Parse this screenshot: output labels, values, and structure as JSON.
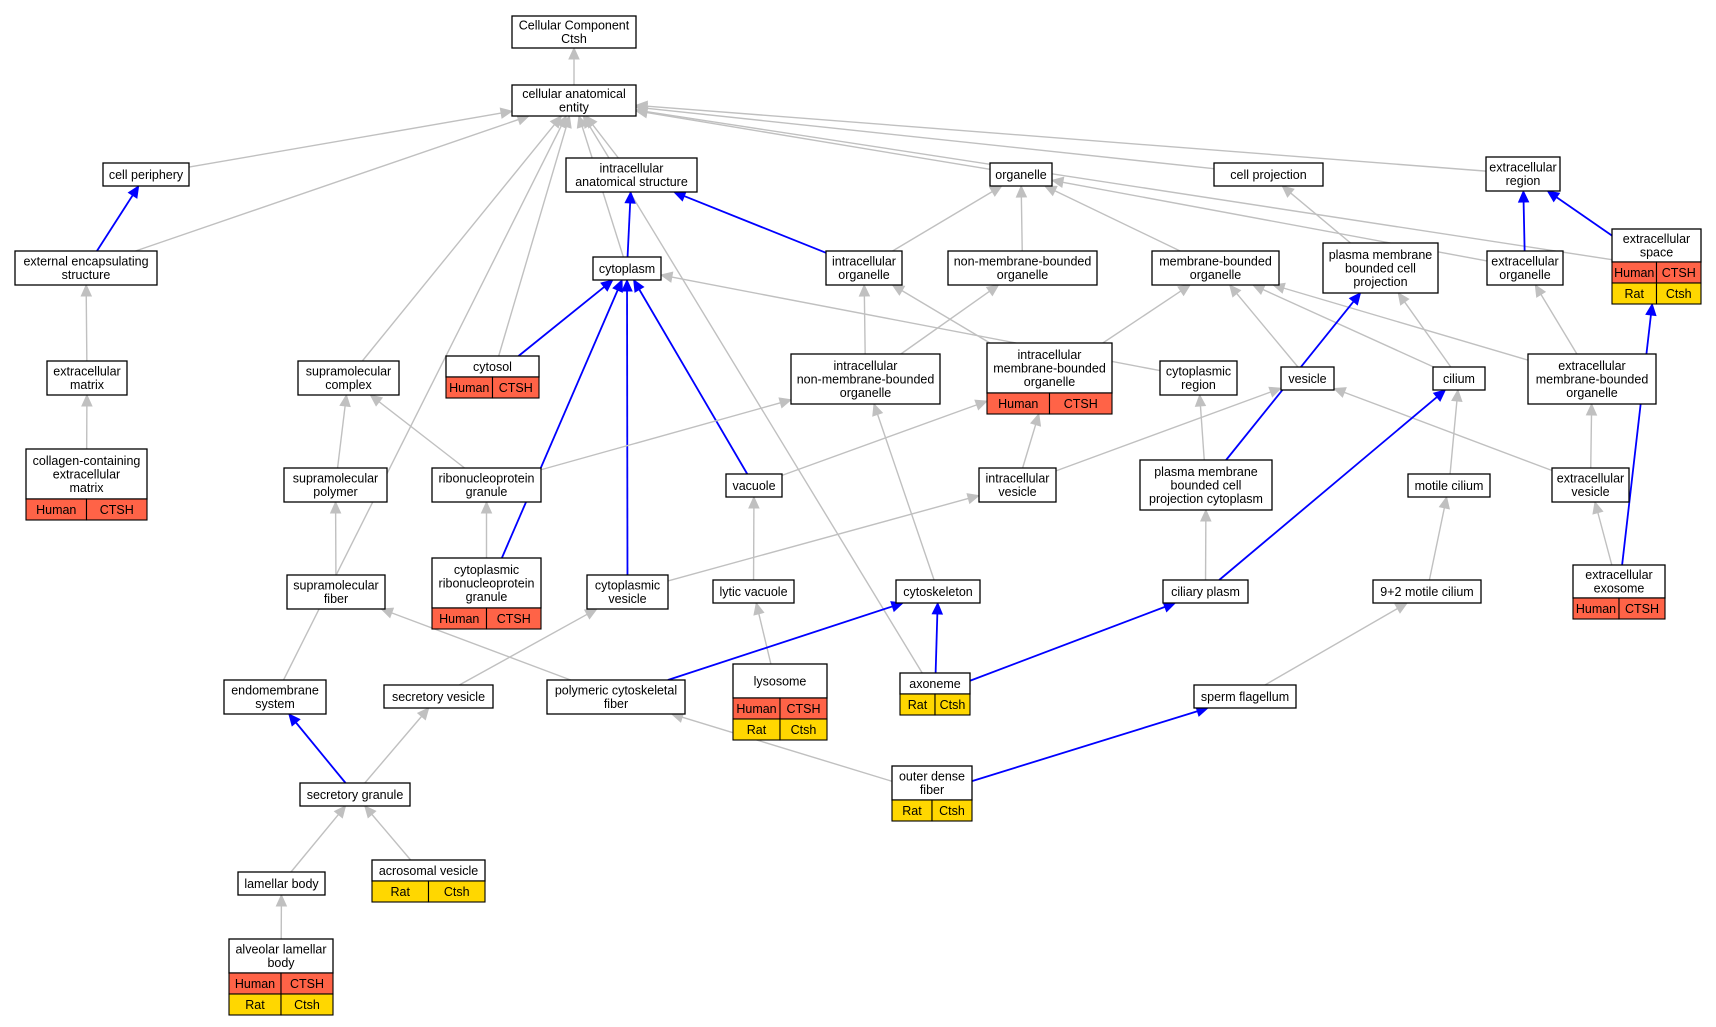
{
  "colors": {
    "human": "#ff6347",
    "rat": "#ffd700",
    "is_a_edge": "#c0c0c0",
    "part_of_edge": "#0000ff",
    "node_border": "#000000"
  },
  "nodes": {
    "root": {
      "lines": [
        "Cellular Component",
        "Ctsh"
      ]
    },
    "cae": {
      "lines": [
        "cellular anatomical",
        "entity"
      ]
    },
    "cp": {
      "lines": [
        "cell periphery"
      ]
    },
    "ias": {
      "lines": [
        "intracellular",
        "anatomical structure"
      ]
    },
    "org": {
      "lines": [
        "organelle"
      ]
    },
    "cproj": {
      "lines": [
        "cell projection"
      ]
    },
    "exreg": {
      "lines": [
        "extracellular",
        "region"
      ]
    },
    "exspace": {
      "lines": [
        "extracellular",
        "space"
      ],
      "ann": [
        [
          "Human",
          "CTSH"
        ],
        [
          "Rat",
          "Ctsh"
        ]
      ]
    },
    "ees": {
      "lines": [
        "external encapsulating",
        "structure"
      ]
    },
    "cytoplasm": {
      "lines": [
        "cytoplasm"
      ]
    },
    "iorg": {
      "lines": [
        "intracellular",
        "organelle"
      ]
    },
    "nmbo": {
      "lines": [
        "non-membrane-bounded",
        "organelle"
      ]
    },
    "mbo": {
      "lines": [
        "membrane-bounded",
        "organelle"
      ]
    },
    "pmbcp": {
      "lines": [
        "plasma membrane",
        "bounded cell",
        "projection"
      ]
    },
    "exorg": {
      "lines": [
        "extracellular",
        "organelle"
      ]
    },
    "ecm": {
      "lines": [
        "extracellular",
        "matrix"
      ]
    },
    "smc": {
      "lines": [
        "supramolecular",
        "complex"
      ]
    },
    "cytosol": {
      "lines": [
        "cytosol"
      ],
      "ann": [
        [
          "Human",
          "CTSH"
        ]
      ]
    },
    "inmbo": {
      "lines": [
        "intracellular",
        "non-membrane-bounded",
        "organelle"
      ]
    },
    "imbo": {
      "lines": [
        "intracellular",
        "membrane-bounded",
        "organelle"
      ],
      "ann": [
        [
          "Human",
          "CTSH"
        ]
      ]
    },
    "cregion": {
      "lines": [
        "cytoplasmic",
        "region"
      ]
    },
    "vesicle": {
      "lines": [
        "vesicle"
      ]
    },
    "cilium": {
      "lines": [
        "cilium"
      ]
    },
    "exmbo": {
      "lines": [
        "extracellular",
        "membrane-bounded",
        "organelle"
      ]
    },
    "ccecm": {
      "lines": [
        "collagen-containing",
        "extracellular",
        "matrix"
      ],
      "ann": [
        [
          "Human",
          "CTSH"
        ]
      ]
    },
    "smp": {
      "lines": [
        "supramolecular",
        "polymer"
      ]
    },
    "rnpg": {
      "lines": [
        "ribonucleoprotein",
        "granule"
      ]
    },
    "vacuole": {
      "lines": [
        "vacuole"
      ]
    },
    "ivesicle": {
      "lines": [
        "intracellular",
        "vesicle"
      ]
    },
    "pmbcpc": {
      "lines": [
        "plasma membrane",
        "bounded cell",
        "projection cytoplasm"
      ]
    },
    "motcil": {
      "lines": [
        "motile cilium"
      ]
    },
    "exves": {
      "lines": [
        "extracellular",
        "vesicle"
      ]
    },
    "smf": {
      "lines": [
        "supramolecular",
        "fiber"
      ]
    },
    "crnpg": {
      "lines": [
        "cytoplasmic",
        "ribonucleoprotein",
        "granule"
      ],
      "ann": [
        [
          "Human",
          "CTSH"
        ]
      ]
    },
    "cves": {
      "lines": [
        "cytoplasmic",
        "vesicle"
      ]
    },
    "lytvac": {
      "lines": [
        "lytic vacuole"
      ]
    },
    "cytosk": {
      "lines": [
        "cytoskeleton"
      ]
    },
    "cilplasm": {
      "lines": [
        "ciliary plasm"
      ]
    },
    "mc92": {
      "lines": [
        "9+2 motile cilium"
      ]
    },
    "exosome": {
      "lines": [
        "extracellular",
        "exosome"
      ],
      "ann": [
        [
          "Human",
          "CTSH"
        ]
      ]
    },
    "lysosome": {
      "lines": [
        "lysosome"
      ],
      "ann": [
        [
          "Human",
          "CTSH"
        ],
        [
          "Rat",
          "Ctsh"
        ]
      ]
    },
    "axoneme": {
      "lines": [
        "axoneme"
      ],
      "ann": [
        [
          "Rat",
          "Ctsh"
        ]
      ]
    },
    "endomem": {
      "lines": [
        "endomembrane",
        "system"
      ]
    },
    "secves": {
      "lines": [
        "secretory vesicle"
      ]
    },
    "pcf": {
      "lines": [
        "polymeric cytoskeletal",
        "fiber"
      ]
    },
    "spermfl": {
      "lines": [
        "sperm flagellum"
      ]
    },
    "secgran": {
      "lines": [
        "secretory granule"
      ]
    },
    "odf": {
      "lines": [
        "outer dense",
        "fiber"
      ],
      "ann": [
        [
          "Rat",
          "Ctsh"
        ]
      ]
    },
    "lambody": {
      "lines": [
        "lamellar body"
      ]
    },
    "acrves": {
      "lines": [
        "acrosomal vesicle"
      ],
      "ann": [
        [
          "Rat",
          "Ctsh"
        ]
      ]
    },
    "alb": {
      "lines": [
        "alveolar lamellar",
        "body"
      ],
      "ann": [
        [
          "Human",
          "CTSH"
        ],
        [
          "Rat",
          "Ctsh"
        ]
      ]
    }
  },
  "edges": [
    {
      "from": "cae",
      "to": "root",
      "type": "is_a"
    },
    {
      "from": "cp",
      "to": "cae",
      "type": "is_a"
    },
    {
      "from": "ias",
      "to": "cae",
      "type": "is_a"
    },
    {
      "from": "org",
      "to": "cae",
      "type": "is_a"
    },
    {
      "from": "cproj",
      "to": "cae",
      "type": "is_a"
    },
    {
      "from": "exreg",
      "to": "cae",
      "type": "is_a"
    },
    {
      "from": "exspace",
      "to": "cae",
      "type": "is_a"
    },
    {
      "from": "ees",
      "to": "cae",
      "type": "is_a"
    },
    {
      "from": "cytoplasm",
      "to": "cae",
      "type": "is_a"
    },
    {
      "from": "cytosol",
      "to": "cae",
      "type": "is_a"
    },
    {
      "from": "smc",
      "to": "cae",
      "type": "is_a"
    },
    {
      "from": "endomem",
      "to": "cae",
      "type": "is_a"
    },
    {
      "from": "axoneme",
      "to": "cae",
      "type": "is_a"
    },
    {
      "from": "ees",
      "to": "cp",
      "type": "part_of"
    },
    {
      "from": "cytoplasm",
      "to": "ias",
      "type": "part_of"
    },
    {
      "from": "iorg",
      "to": "ias",
      "type": "part_of"
    },
    {
      "from": "iorg",
      "to": "org",
      "type": "is_a"
    },
    {
      "from": "nmbo",
      "to": "org",
      "type": "is_a"
    },
    {
      "from": "mbo",
      "to": "org",
      "type": "is_a"
    },
    {
      "from": "exorg",
      "to": "org",
      "type": "is_a"
    },
    {
      "from": "pmbcp",
      "to": "cproj",
      "type": "is_a"
    },
    {
      "from": "exorg",
      "to": "exreg",
      "type": "part_of"
    },
    {
      "from": "exspace",
      "to": "exreg",
      "type": "part_of"
    },
    {
      "from": "ecm",
      "to": "ees",
      "type": "is_a"
    },
    {
      "from": "ccecm",
      "to": "ecm",
      "type": "is_a"
    },
    {
      "from": "cytosol",
      "to": "cytoplasm",
      "type": "part_of"
    },
    {
      "from": "crnpg",
      "to": "cytoplasm",
      "type": "part_of"
    },
    {
      "from": "cves",
      "to": "cytoplasm",
      "type": "part_of"
    },
    {
      "from": "vacuole",
      "to": "cytoplasm",
      "type": "part_of"
    },
    {
      "from": "cregion",
      "to": "cytoplasm",
      "type": "is_a"
    },
    {
      "from": "inmbo",
      "to": "iorg",
      "type": "is_a"
    },
    {
      "from": "imbo",
      "to": "iorg",
      "type": "is_a"
    },
    {
      "from": "inmbo",
      "to": "nmbo",
      "type": "is_a"
    },
    {
      "from": "imbo",
      "to": "mbo",
      "type": "is_a"
    },
    {
      "from": "vesicle",
      "to": "mbo",
      "type": "is_a"
    },
    {
      "from": "cilium",
      "to": "mbo",
      "type": "is_a"
    },
    {
      "from": "exmbo",
      "to": "mbo",
      "type": "is_a"
    },
    {
      "from": "cilium",
      "to": "pmbcp",
      "type": "is_a"
    },
    {
      "from": "pmbcpc",
      "to": "pmbcp",
      "type": "part_of"
    },
    {
      "from": "exmbo",
      "to": "exorg",
      "type": "is_a"
    },
    {
      "from": "exosome",
      "to": "exspace",
      "type": "part_of"
    },
    {
      "from": "smp",
      "to": "smc",
      "type": "is_a"
    },
    {
      "from": "rnpg",
      "to": "smc",
      "type": "is_a"
    },
    {
      "from": "rnpg",
      "to": "inmbo",
      "type": "is_a"
    },
    {
      "from": "cytosk",
      "to": "inmbo",
      "type": "is_a"
    },
    {
      "from": "vacuole",
      "to": "imbo",
      "type": "is_a"
    },
    {
      "from": "ivesicle",
      "to": "imbo",
      "type": "is_a"
    },
    {
      "from": "pmbcpc",
      "to": "cregion",
      "type": "is_a"
    },
    {
      "from": "ivesicle",
      "to": "vesicle",
      "type": "is_a"
    },
    {
      "from": "exves",
      "to": "vesicle",
      "type": "is_a"
    },
    {
      "from": "motcil",
      "to": "cilium",
      "type": "is_a"
    },
    {
      "from": "cilplasm",
      "to": "cilium",
      "type": "part_of"
    },
    {
      "from": "exves",
      "to": "exmbo",
      "type": "is_a"
    },
    {
      "from": "smf",
      "to": "smp",
      "type": "is_a"
    },
    {
      "from": "crnpg",
      "to": "rnpg",
      "type": "is_a"
    },
    {
      "from": "lytvac",
      "to": "vacuole",
      "type": "is_a"
    },
    {
      "from": "cves",
      "to": "ivesicle",
      "type": "is_a"
    },
    {
      "from": "cilplasm",
      "to": "pmbcpc",
      "type": "is_a"
    },
    {
      "from": "mc92",
      "to": "motcil",
      "type": "is_a"
    },
    {
      "from": "exosome",
      "to": "exves",
      "type": "is_a"
    },
    {
      "from": "pcf",
      "to": "smf",
      "type": "is_a"
    },
    {
      "from": "secves",
      "to": "cves",
      "type": "is_a"
    },
    {
      "from": "lysosome",
      "to": "lytvac",
      "type": "is_a"
    },
    {
      "from": "pcf",
      "to": "cytosk",
      "type": "part_of"
    },
    {
      "from": "axoneme",
      "to": "cytosk",
      "type": "part_of"
    },
    {
      "from": "axoneme",
      "to": "cilplasm",
      "type": "part_of"
    },
    {
      "from": "spermfl",
      "to": "mc92",
      "type": "is_a"
    },
    {
      "from": "secgran",
      "to": "endomem",
      "type": "part_of"
    },
    {
      "from": "secgran",
      "to": "secves",
      "type": "is_a"
    },
    {
      "from": "odf",
      "to": "pcf",
      "type": "is_a"
    },
    {
      "from": "odf",
      "to": "spermfl",
      "type": "part_of"
    },
    {
      "from": "lambody",
      "to": "secgran",
      "type": "is_a"
    },
    {
      "from": "acrves",
      "to": "secgran",
      "type": "is_a"
    },
    {
      "from": "alb",
      "to": "lambody",
      "type": "is_a"
    }
  ]
}
